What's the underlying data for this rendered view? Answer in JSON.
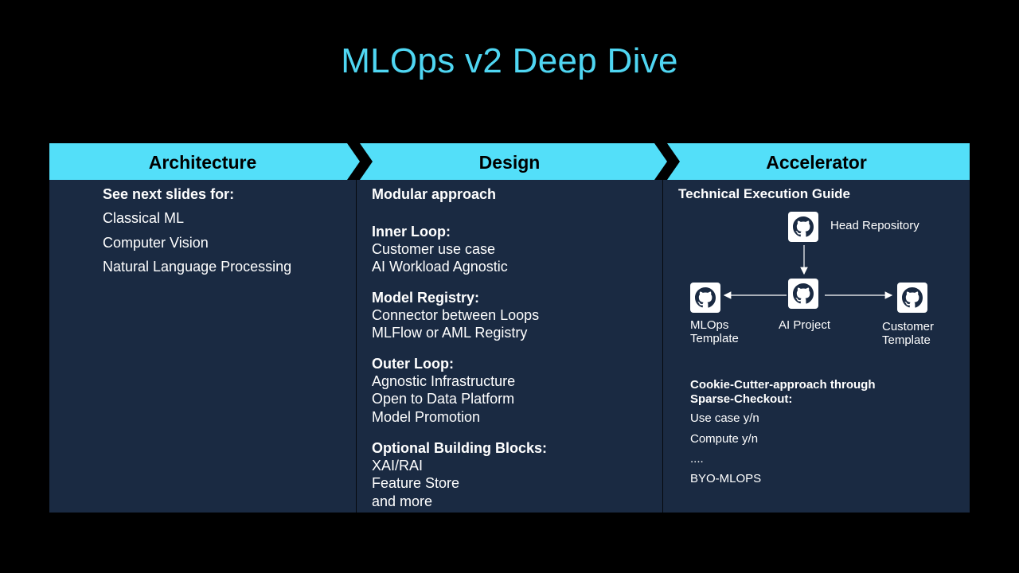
{
  "title": "MLOps v2 Deep Dive",
  "colors": {
    "header": "#53dff9",
    "panel": "#1a2a42",
    "title": "#4fd6f2"
  },
  "columns": [
    {
      "header": "Architecture",
      "intro": "See next slides for:",
      "items": [
        "Classical ML",
        "Computer Vision",
        "Natural Language Processing"
      ]
    },
    {
      "header": "Design",
      "intro": "Modular approach",
      "sections": [
        {
          "heading": "Inner Loop:",
          "lines": [
            "Customer use case",
            "AI Workload Agnostic"
          ]
        },
        {
          "heading": "Model Registry:",
          "lines": [
            "Connector between Loops",
            "MLFlow or AML Registry"
          ]
        },
        {
          "heading": "Outer Loop:",
          "lines": [
            "Agnostic Infrastructure",
            "Open to Data Platform",
            "Model Promotion"
          ]
        },
        {
          "heading": "Optional Building Blocks:",
          "lines": [
            "XAI/RAI",
            "Feature Store",
            "and more"
          ]
        }
      ]
    },
    {
      "header": "Accelerator",
      "intro": "Technical Execution Guide",
      "diagram": {
        "head": "Head Repository",
        "center": "AI Project",
        "left": [
          "MLOps",
          "Template"
        ],
        "right": [
          "Customer",
          "Template"
        ],
        "icon": "github-icon"
      },
      "cookie": {
        "heading": [
          "Cookie-Cutter-approach through",
          "Sparse-Checkout:"
        ],
        "lines": [
          "Use case y/n",
          "Compute y/n",
          "....",
          "BYO-MLOPS"
        ]
      }
    }
  ]
}
